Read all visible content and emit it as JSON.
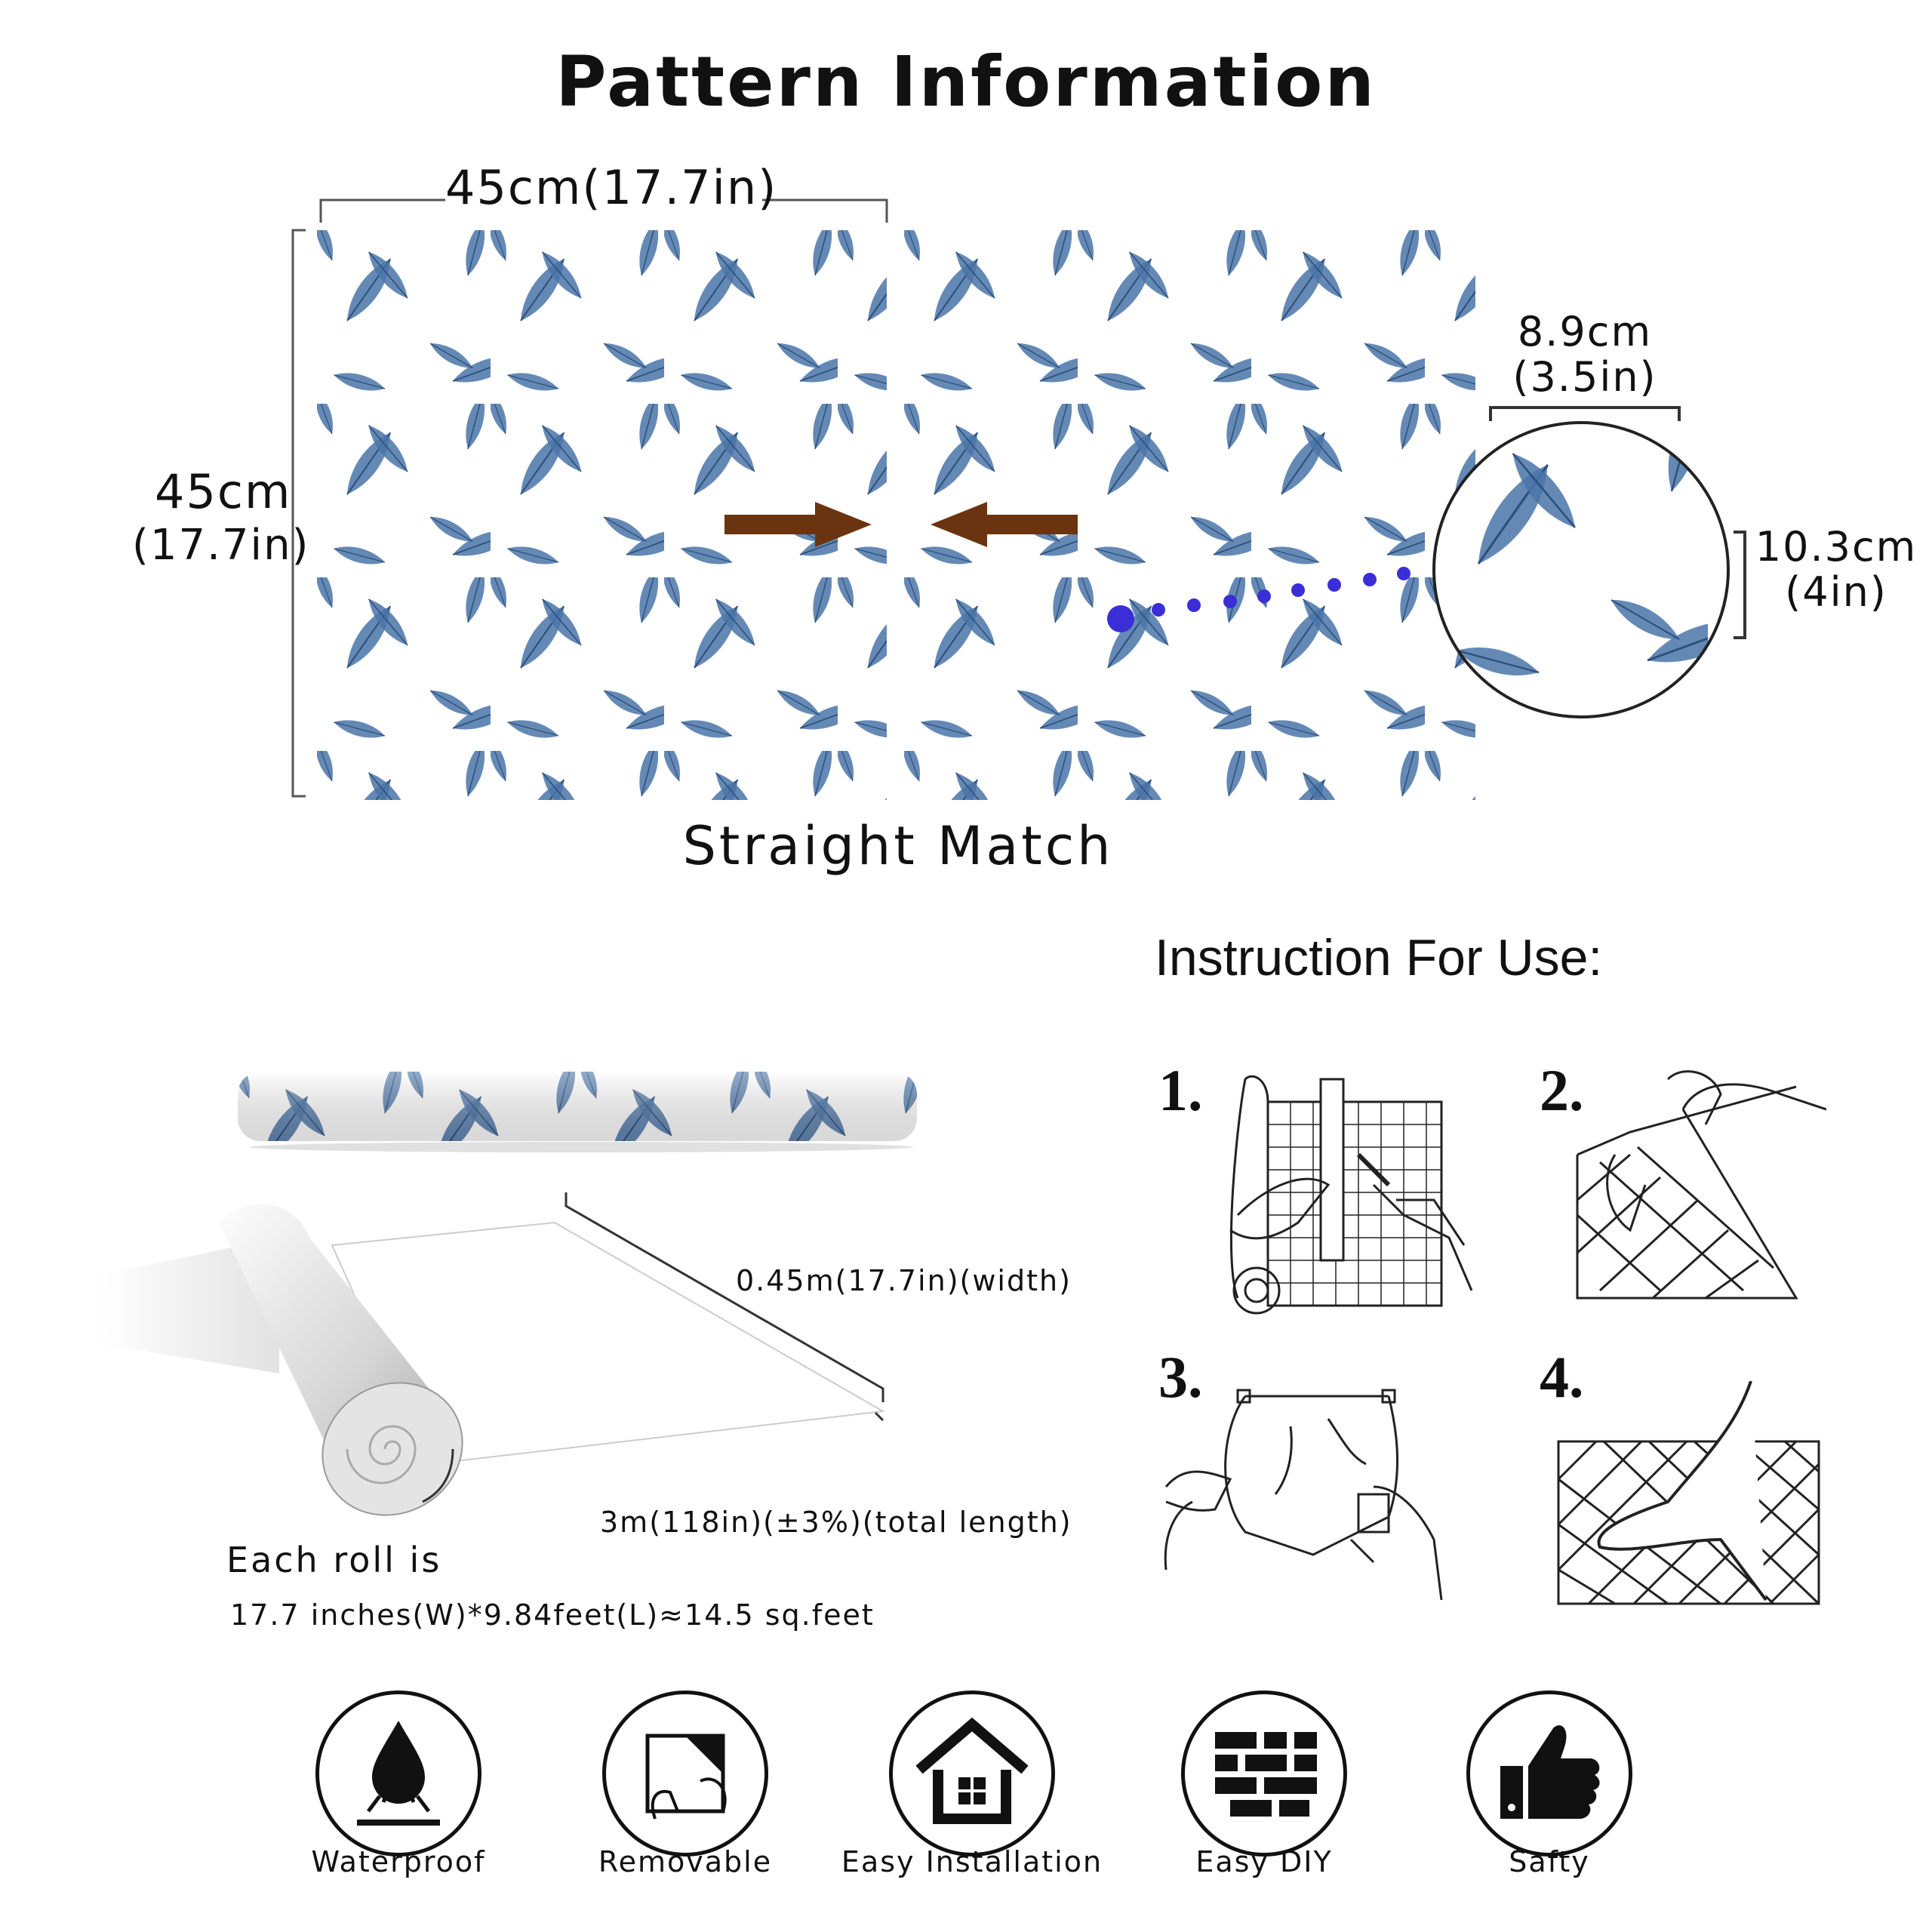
{
  "header": {
    "title": "Pattern Information"
  },
  "pattern": {
    "width_label": "45cm(17.7in)",
    "height_label_cm": "45cm",
    "height_label_in": "(17.7in)",
    "repeat_width_cm": "8.9cm",
    "repeat_width_in": "(3.5in)",
    "repeat_height_cm": "10.3cm",
    "repeat_height_in": "(4in)",
    "match_label": "Straight Match",
    "leaf_color": "#4a74a8",
    "arrow_color": "#6b3410",
    "dot_color": "#3a2fd6"
  },
  "instructions": {
    "title": "Instruction For Use:",
    "steps": [
      {
        "num": "1."
      },
      {
        "num": "2."
      },
      {
        "num": "3."
      },
      {
        "num": "4."
      }
    ]
  },
  "roll": {
    "width_label": "0.45m(17.7in)(width)",
    "length_label": "3m(118in)(±3%)(total length)",
    "each_line1": "Each roll is",
    "each_line2": "17.7 inches(W)*9.84feet(L)≈14.5 sq.feet"
  },
  "features": [
    {
      "label": "Waterproof",
      "icon": "water-drop-icon"
    },
    {
      "label": "Removable",
      "icon": "peel-sheet-icon"
    },
    {
      "label": "Easy Installation",
      "icon": "house-icon"
    },
    {
      "label": "Easy DIY",
      "icon": "brick-wall-icon"
    },
    {
      "label": "Safty",
      "icon": "thumbs-up-icon"
    }
  ]
}
